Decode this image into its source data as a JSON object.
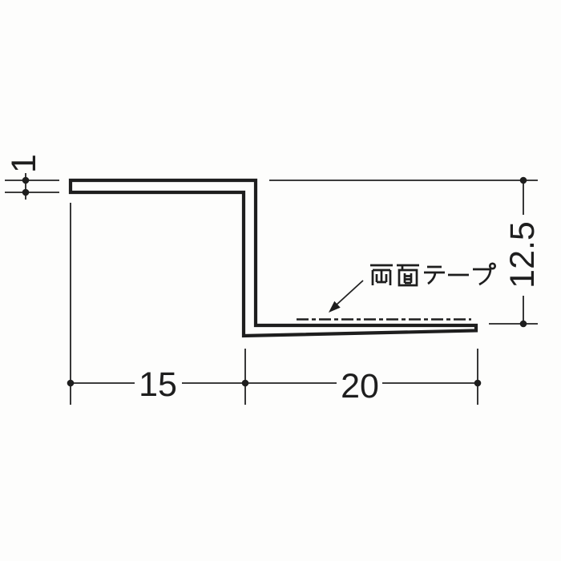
{
  "colors": {
    "background": "#fdfdfc",
    "line": "#1e1e1e"
  },
  "label": {
    "text": "両面テープ"
  },
  "dims": {
    "thickness": "1",
    "height": "12.5",
    "bottom_left": "15",
    "bottom_right": "20"
  }
}
